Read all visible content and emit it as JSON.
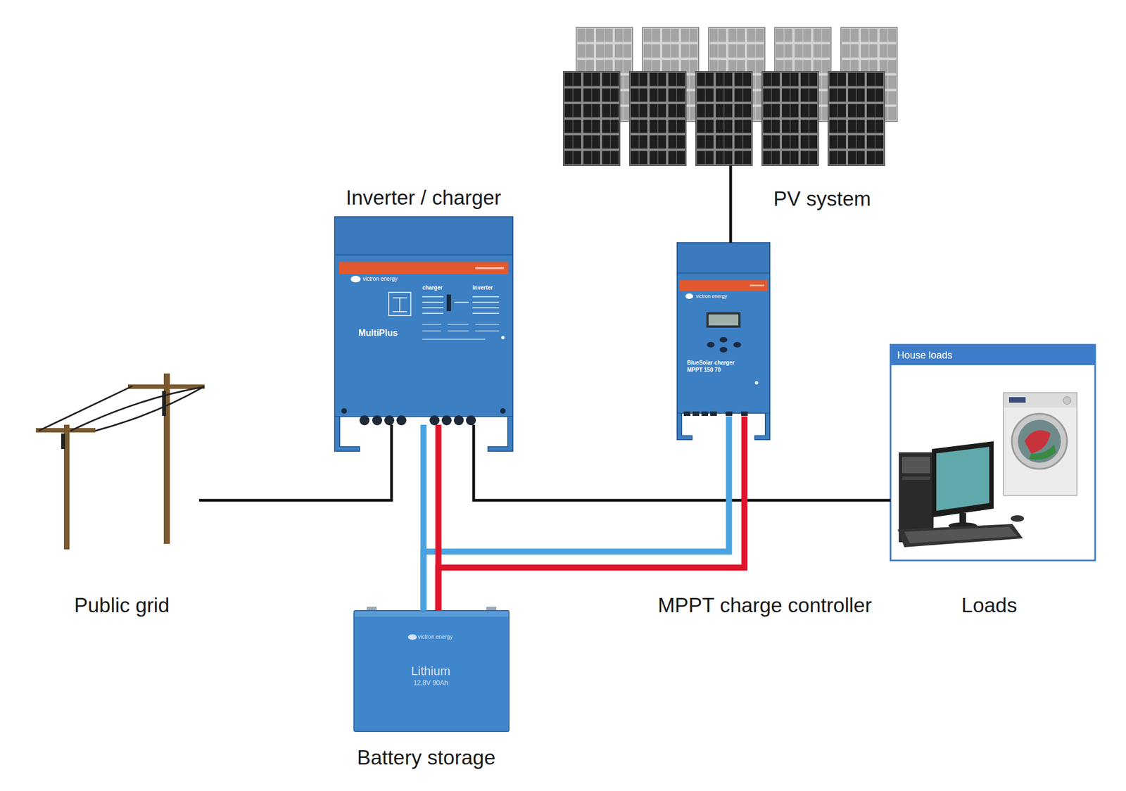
{
  "diagram": {
    "nodes": [
      {
        "text": [
          "Inverter / charger",
          "victron energy",
          "MultiPlus",
          "charger",
          "inverter"
        ]
      },
      {
        "text": [
          "PV system"
        ]
      },
      {
        "text": [
          "victron energy",
          "BlueSolar charger MPPT 150 70",
          "MPPT charge controller"
        ]
      },
      {
        "text": [
          "Public grid"
        ]
      },
      {
        "text": [
          "House loads",
          "Loads"
        ]
      },
      {
        "text": [
          "victron energy",
          "Lithium",
          "12,8V 90Ah",
          "Battery storage"
        ]
      }
    ],
    "edges": [
      {
        "from": 3,
        "to": 0,
        "arrow": "none"
      },
      {
        "from": 0,
        "to": 4,
        "arrow": "none"
      },
      {
        "from": 1,
        "to": 2,
        "arrow": "none"
      },
      {
        "from": 2,
        "to": 5,
        "arrow": "none"
      },
      {
        "from": 5,
        "to": 0,
        "arrow": "none"
      }
    ]
  }
}
